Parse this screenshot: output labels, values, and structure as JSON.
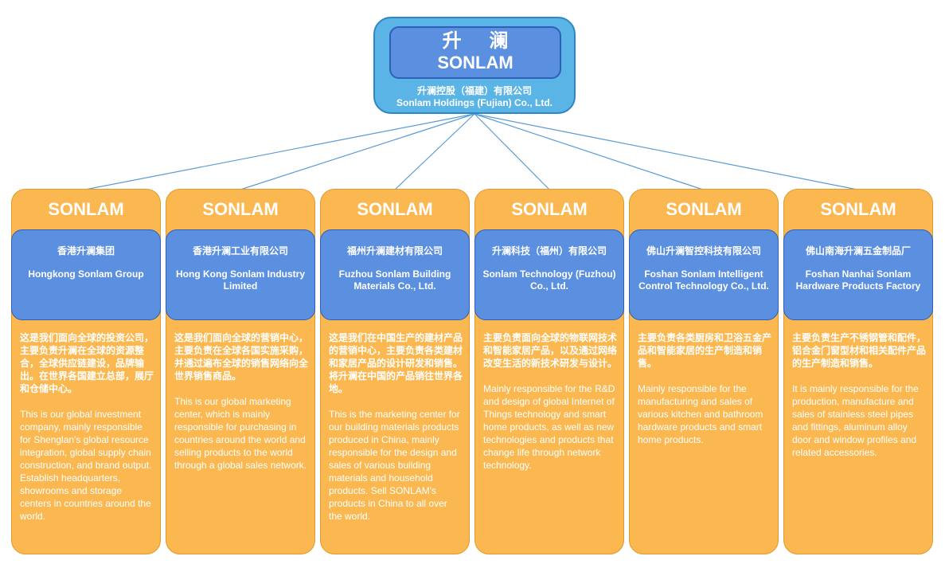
{
  "root": {
    "logo_cn": "升 澜",
    "logo_en": "SONLAM",
    "name_cn": "升澜控股（福建）有限公司",
    "name_en": "Sonlam Holdings (Fujian) Co., Ltd."
  },
  "companies": [
    {
      "brand": "SONLAM",
      "name_cn": "香港升澜集团",
      "name_en": "Hongkong Sonlam Group",
      "desc_cn": "这是我们面向全球的投资公司，主要负责升澜在全球的资源整合，全球供应链建设，品牌输出。在世界各国建立总部，展厅和仓储中心。",
      "desc_en": "This is our global investment company, mainly responsible for Shenglan's global resource integration, global supply chain construction, and brand output. Establish headquarters, showrooms and storage centers in countries around the world."
    },
    {
      "brand": "SONLAM",
      "name_cn": "香港升澜工业有限公司",
      "name_en": "Hong Kong Sonlam Industry Limited",
      "desc_cn": "这是我们面向全球的营销中心，主要负责在全球各国实施采购，并通过遍布全球的销售网络向全世界销售商品。",
      "desc_en": "This is our global marketing center, which is mainly responsible for purchasing in countries around the world and selling products to the world through a global sales network."
    },
    {
      "brand": "SONLAM",
      "name_cn": "福州升澜建材有限公司",
      "name_en": "Fuzhou Sonlam Building Materials Co., Ltd.",
      "desc_cn": "这是我们在中国生产的建材产品的营销中心，主要负责各类建材和家居产品的设计研发和销售。将升澜在中国的产品销往世界各地。",
      "desc_en": "This is the marketing center for our building materials products produced in China, mainly responsible for the design and sales of various building materials and household products. Sell SONLAM's products in China to all over the world."
    },
    {
      "brand": "SONLAM",
      "name_cn": "升澜科技（福州）有限公司",
      "name_en": "Sonlam Technology (Fuzhou) Co., Ltd.",
      "desc_cn": "主要负责面向全球的物联网技术和智能家居产品，以及通过网络改变生活的新技术研发与设计。",
      "desc_en": "Mainly responsible for the R&D and design of global Internet of Things technology and smart home products, as well as new technologies and products that change life through network technology."
    },
    {
      "brand": "SONLAM",
      "name_cn": "佛山升澜智控科技有限公司",
      "name_en": "Foshan Sonlam Intelligent Control Technology Co., Ltd.",
      "desc_cn": "主要负责各类厨房和卫浴五金产品和智能家居的生产制造和销售。",
      "desc_en": "Mainly responsible for the manufacturing and sales of various kitchen and bathroom hardware products and smart home products."
    },
    {
      "brand": "SONLAM",
      "name_cn": "佛山南海升澜五金制品厂",
      "name_en": "Foshan Nanhai Sonlam Hardware Products Factory",
      "desc_cn": "主要负责生产不锈钢管和配件，铝合金门窗型材和相关配件产品的生产制造和销售。",
      "desc_en": "It is mainly responsible for the production, manufacture and sales of stainless steel pipes and fittings, aluminum alloy door and window profiles and related accessories."
    }
  ],
  "colors": {
    "root_fill": "#5ab4e6",
    "logo_fill": "#5b8fe0",
    "card_fill": "#fbb851",
    "connector": "#5b9bd5"
  }
}
